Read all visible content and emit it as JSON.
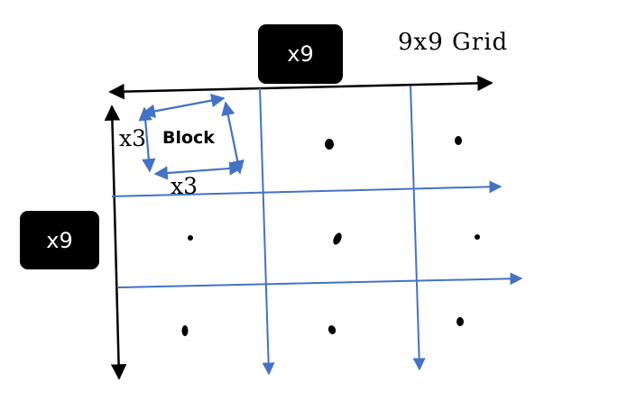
{
  "title": "9x9 Grid",
  "top_badge": "x9",
  "left_badge": "x9",
  "block": {
    "label": "Block",
    "width_label": "x3",
    "height_label": "x3"
  },
  "colors": {
    "grid_arrow": "#4472C4",
    "axis_arrow": "#000000",
    "badge_bg": "#000000",
    "badge_text": "#ffffff"
  }
}
